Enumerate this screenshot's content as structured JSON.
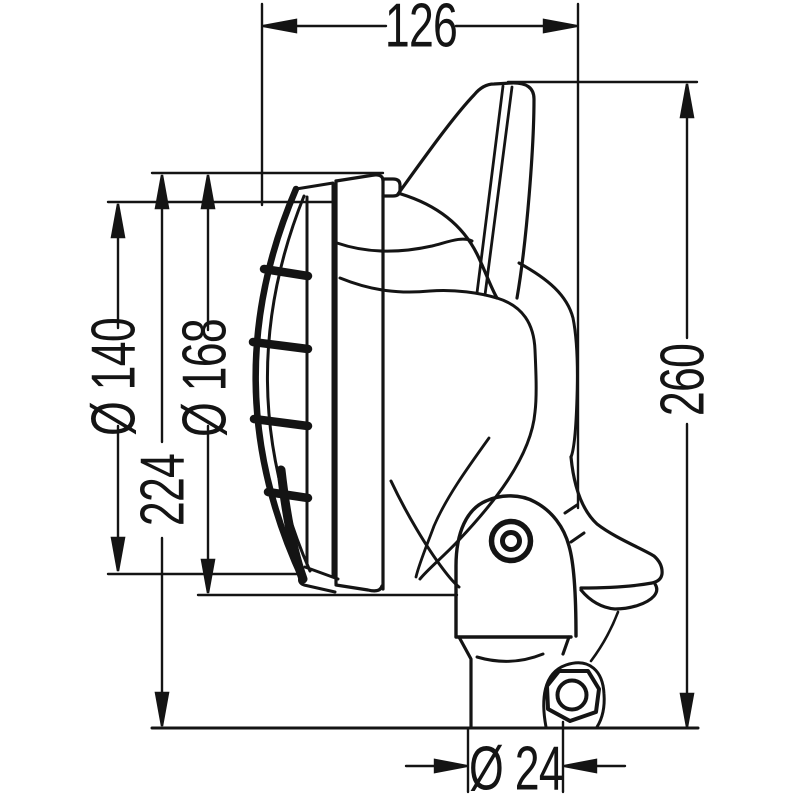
{
  "drawing": {
    "kind": "technical-dimension-drawing",
    "subject": "work-lamp-side-view",
    "colors": {
      "line": "#141414",
      "background": "#ffffff"
    },
    "dimension_labels": {
      "top_width": "126",
      "overall_height": "260",
      "lens_diameter": "Ø 140",
      "rim_diameter": "Ø 168",
      "body_height": "224",
      "stem_diameter": "Ø 24"
    }
  }
}
